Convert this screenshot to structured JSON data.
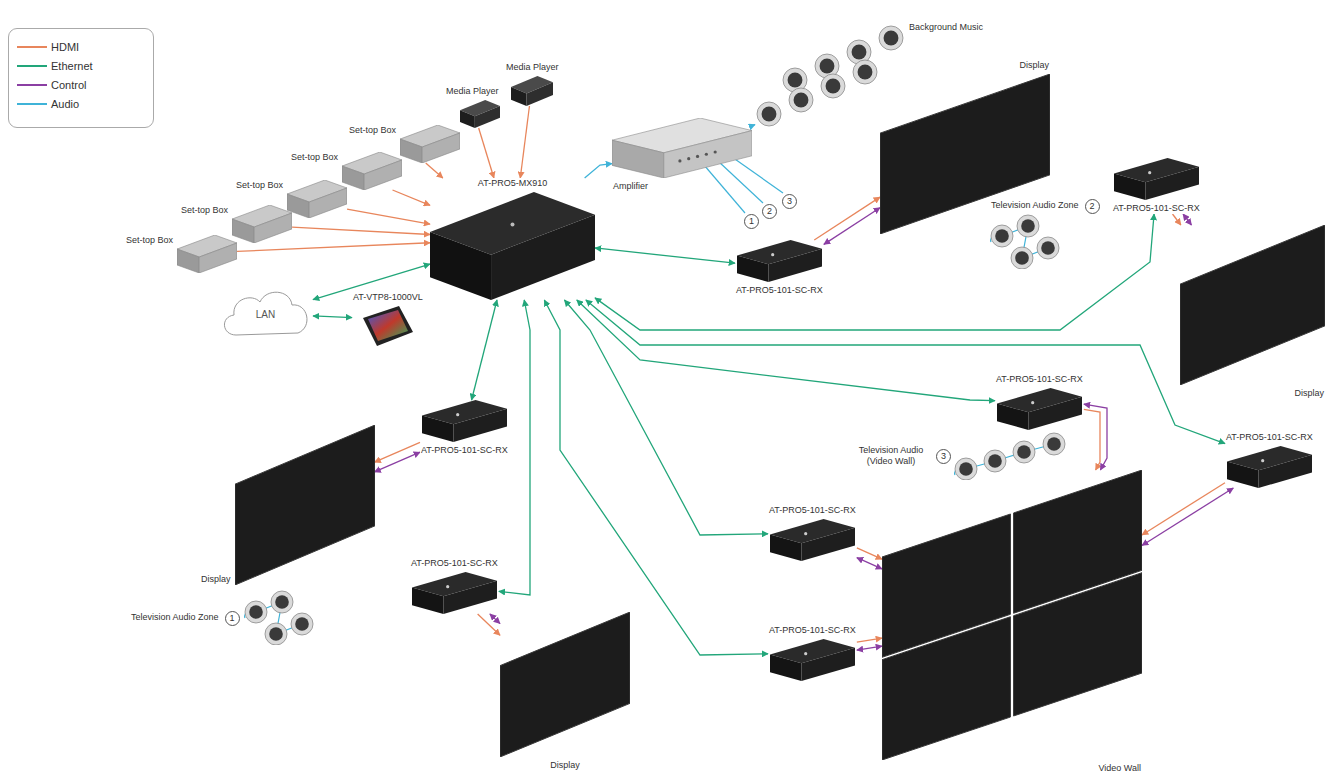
{
  "diagram": {
    "nodes": [
      {
        "text": [
          "Media Player"
        ]
      },
      {
        "text": [
          "Media Player"
        ]
      },
      {
        "text": [
          "Set-top Box"
        ]
      },
      {
        "text": [
          "Set-top Box"
        ]
      },
      {
        "text": [
          "Set-top Box"
        ]
      },
      {
        "text": [
          "Set-top Box"
        ]
      },
      {
        "text": [
          "Set-top Box"
        ]
      },
      {
        "text": [
          "AT-PRO5-MX910"
        ]
      },
      {
        "text": [
          "Amplifier"
        ]
      },
      {
        "text": [
          "Background Music"
        ]
      },
      {
        "text": [
          "Display"
        ]
      },
      {
        "text": [
          "Television Audio Zone"
        ]
      },
      {
        "text": [
          "AT-PRO5-101-SC-RX"
        ]
      },
      {
        "text": [
          "AT-PRO5-101-SC-RX"
        ]
      },
      {
        "text": [
          "Display"
        ]
      },
      {
        "text": [
          "LAN"
        ]
      },
      {
        "text": [
          "AT-VTP8-1000VL"
        ]
      },
      {
        "text": [
          "AT-PRO5-101-SC-RX"
        ]
      },
      {
        "text": [
          "Display"
        ]
      },
      {
        "text": [
          "Television Audio Zone"
        ]
      },
      {
        "text": [
          "AT-PRO5-101-SC-RX"
        ]
      },
      {
        "text": [
          "Display"
        ]
      },
      {
        "text": [
          "AT-PRO5-101-SC-RX"
        ]
      },
      {
        "text": [
          "Television Audio (Video Wall)"
        ]
      },
      {
        "text": [
          "AT-PRO5-101-SC-RX"
        ]
      },
      {
        "text": [
          "AT-PRO5-101-SC-RX"
        ]
      },
      {
        "text": [
          "AT-PRO5-101-SC-RX"
        ]
      },
      {
        "text": [
          "Video Wall"
        ]
      }
    ],
    "edges": [
      {
        "from": 0,
        "to": 7,
        "arrow": "to"
      },
      {
        "from": 1,
        "to": 7,
        "arrow": "to"
      },
      {
        "from": 2,
        "to": 7,
        "arrow": "to"
      },
      {
        "from": 3,
        "to": 7,
        "arrow": "to"
      },
      {
        "from": 4,
        "to": 7,
        "arrow": "to"
      },
      {
        "from": 5,
        "to": 7,
        "arrow": "to"
      },
      {
        "from": 6,
        "to": 7,
        "arrow": "to"
      },
      {
        "from": 7,
        "to": 15,
        "arrow": "both"
      },
      {
        "from": 15,
        "to": 16,
        "arrow": "both"
      },
      {
        "from": 7,
        "to": 8,
        "arrow": "to"
      },
      {
        "from": 8,
        "to": 9,
        "arrow": "to"
      },
      {
        "from": 7,
        "to": 12,
        "arrow": "both"
      },
      {
        "from": 7,
        "to": 13,
        "arrow": "both"
      },
      {
        "from": 7,
        "to": 24,
        "arrow": "both"
      },
      {
        "from": 7,
        "to": 22,
        "arrow": "both"
      },
      {
        "from": 7,
        "to": 25,
        "arrow": "both"
      },
      {
        "from": 7,
        "to": 26,
        "arrow": "both"
      },
      {
        "from": 7,
        "to": 17,
        "arrow": "both"
      },
      {
        "from": 7,
        "to": 20,
        "arrow": "both"
      },
      {
        "from": 12,
        "to": 10,
        "arrow": "to"
      },
      {
        "from": 12,
        "to": 10,
        "arrow": "both"
      },
      {
        "from": 13,
        "to": 14,
        "arrow": "to"
      },
      {
        "from": 13,
        "to": 14,
        "arrow": "both"
      },
      {
        "from": 17,
        "to": 18,
        "arrow": "to"
      },
      {
        "from": 17,
        "to": 18,
        "arrow": "both"
      },
      {
        "from": 20,
        "to": 21,
        "arrow": "to"
      },
      {
        "from": 20,
        "to": 21,
        "arrow": "both"
      },
      {
        "from": 22,
        "to": 27,
        "arrow": "to"
      },
      {
        "from": 22,
        "to": 27,
        "arrow": "both"
      },
      {
        "from": 24,
        "to": 27,
        "arrow": "to"
      },
      {
        "from": 24,
        "to": 27,
        "arrow": "both"
      },
      {
        "from": 25,
        "to": 27,
        "arrow": "to"
      },
      {
        "from": 25,
        "to": 27,
        "arrow": "both"
      },
      {
        "from": 26,
        "to": 27,
        "arrow": "to"
      },
      {
        "from": 26,
        "to": 27,
        "arrow": "both"
      }
    ],
    "labels": [
      "1",
      "2",
      "3",
      "2",
      "3",
      "1"
    ],
    "legend": [
      {
        "text": "HDMI"
      },
      {
        "text": "Ethernet"
      },
      {
        "text": "Control"
      },
      {
        "text": "Audio"
      }
    ]
  }
}
